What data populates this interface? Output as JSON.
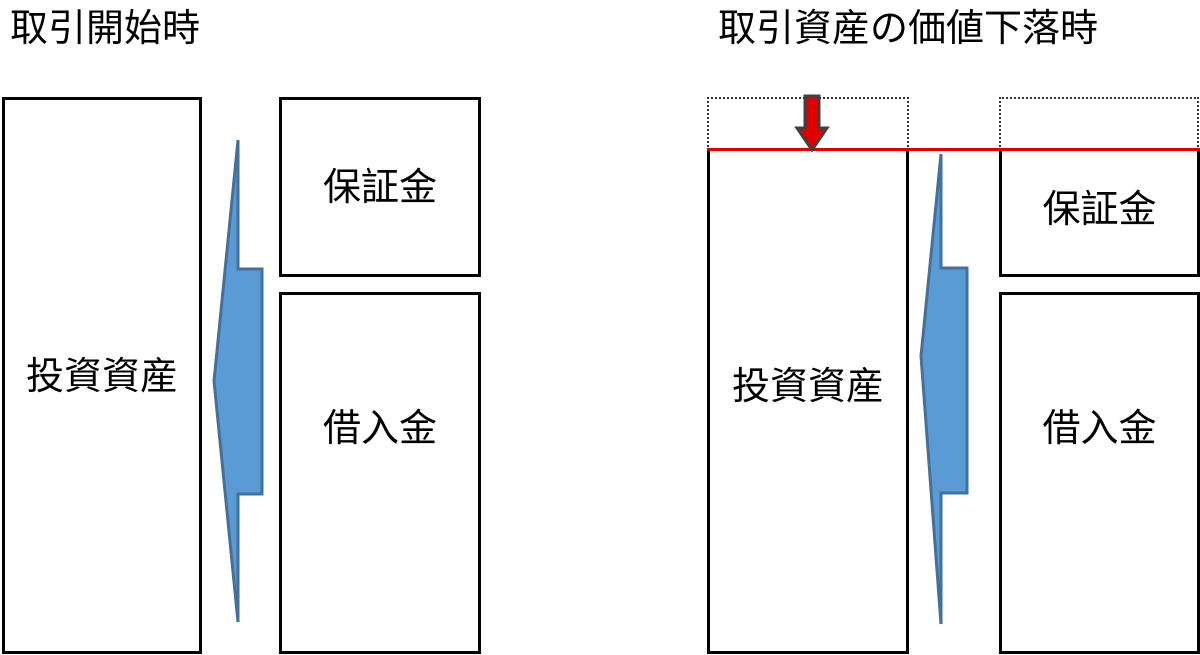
{
  "left_panel": {
    "title": "取引開始時",
    "asset_label": "投資資産",
    "margin_label": "保証金",
    "loan_label": "借入金"
  },
  "right_panel": {
    "title": "取引資産の価値下落時",
    "asset_label": "投資資産",
    "margin_label": "保証金",
    "loan_label": "借入金"
  },
  "colors": {
    "arrow_fill": "#5b9bd5",
    "arrow_stroke": "#41719c",
    "drop_arrow_fill": "#e00000",
    "drop_arrow_stroke": "#404040",
    "drop_line": "#e00000",
    "box_border": "#000000"
  },
  "icons": {
    "funding_arrow": "left-pointing-block-arrow",
    "drop_arrow": "down-arrow"
  }
}
